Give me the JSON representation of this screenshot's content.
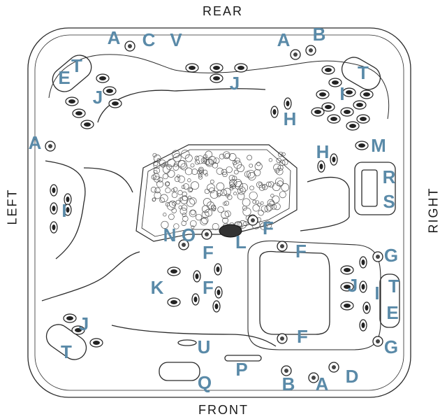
{
  "sides": {
    "top": "REAR",
    "bottom": "FRONT",
    "left": "LEFT",
    "right": "RIGHT"
  },
  "colors": {
    "label": "#5a8aa8",
    "line": "#2a2a2a",
    "side_text": "#1a1a1a"
  },
  "labels": [
    {
      "text": "A"
    },
    {
      "text": "C"
    },
    {
      "text": "V"
    },
    {
      "text": "A"
    },
    {
      "text": "B"
    },
    {
      "text": "E"
    },
    {
      "text": "T"
    },
    {
      "text": "T"
    },
    {
      "text": "J"
    },
    {
      "text": "J"
    },
    {
      "text": "I"
    },
    {
      "text": "H"
    },
    {
      "text": "A"
    },
    {
      "text": "H"
    },
    {
      "text": "M"
    },
    {
      "text": "R"
    },
    {
      "text": "S"
    },
    {
      "text": "I"
    },
    {
      "text": "N"
    },
    {
      "text": "O"
    },
    {
      "text": "F"
    },
    {
      "text": "L"
    },
    {
      "text": "F"
    },
    {
      "text": "F"
    },
    {
      "text": "G"
    },
    {
      "text": "K"
    },
    {
      "text": "F"
    },
    {
      "text": "J"
    },
    {
      "text": "I"
    },
    {
      "text": "T"
    },
    {
      "text": "E"
    },
    {
      "text": "J"
    },
    {
      "text": "F"
    },
    {
      "text": "T"
    },
    {
      "text": "U"
    },
    {
      "text": "G"
    },
    {
      "text": "P"
    },
    {
      "text": "B"
    },
    {
      "text": "A"
    },
    {
      "text": "D"
    },
    {
      "text": "Q"
    }
  ]
}
